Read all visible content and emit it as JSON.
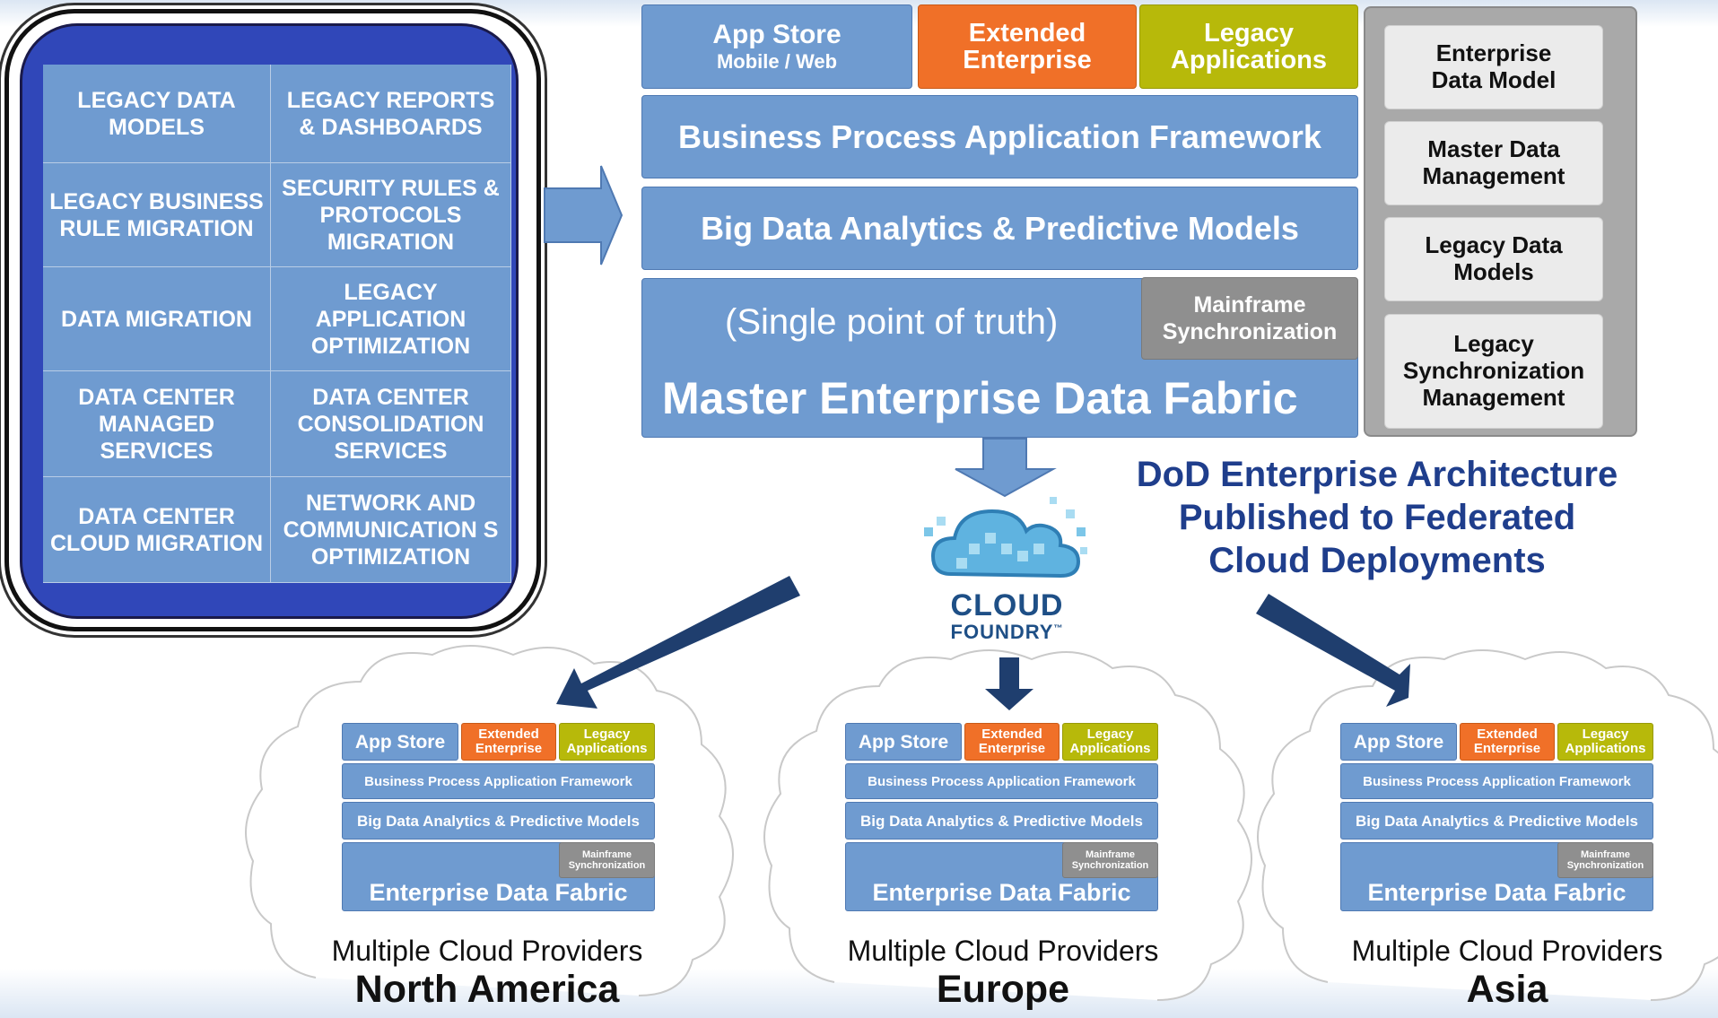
{
  "legacy_services": [
    "LEGACY DATA MODELS",
    "LEGACY REPORTS & DASHBOARDS",
    "LEGACY BUSINESS RULE MIGRATION",
    "SECURITY RULES & PROTOCOLS MIGRATION",
    "DATA MIGRATION",
    "LEGACY APPLICATION OPTIMIZATION",
    "DATA CENTER MANAGED SERVICES",
    "DATA CENTER CONSOLIDATION SERVICES",
    "DATA CENTER CLOUD MIGRATION",
    "NETWORK AND COMMUNICATION S OPTIMIZATION"
  ],
  "architecture": {
    "app_store": "App Store",
    "app_store_sub": "Mobile / Web",
    "extended_enterprise": "Extended Enterprise",
    "legacy_applications": "Legacy Applications",
    "bpaf": "Business Process Application Framework",
    "big_data": "Big Data Analytics & Predictive Models",
    "single_point": "(Single point of truth)",
    "mainframe_sync": "Mainframe Synchronization",
    "master_fabric": "Master Enterprise Data Fabric"
  },
  "side_panel": [
    "Enterprise Data Model",
    "Master Data Management",
    "Legacy Data Models",
    "Legacy Synchronization Management"
  ],
  "cloud_foundry": {
    "line1": "CLOUD",
    "line2": "FOUNDRY",
    "tm": "™"
  },
  "headline": {
    "line1": "DoD Enterprise Architecture",
    "line2": "Published to Federated",
    "line3": "Cloud Deployments"
  },
  "mini_stack": {
    "app_store": "App Store",
    "extended_enterprise": "Extended Enterprise",
    "legacy_applications": "Legacy Applications",
    "bpaf": "Business Process Application Framework",
    "big_data": "Big Data Analytics & Predictive Models",
    "mainframe_sync": "Mainframe Synchronization",
    "fabric": "Enterprise Data Fabric"
  },
  "regions": [
    {
      "sub": "Multiple Cloud Providers",
      "name": "North America"
    },
    {
      "sub": "Multiple Cloud Providers",
      "name": "Europe"
    },
    {
      "sub": "Multiple Cloud Providers",
      "name": "Asia"
    }
  ],
  "colors": {
    "block_blue": "#6f9bd0",
    "orange": "#f07028",
    "olive": "#b7b90a",
    "grey": "#8f8f8f",
    "legacy_panel": "#3047b9",
    "navy_arrow": "#1f3e6e",
    "headline": "#1f3e8c"
  }
}
